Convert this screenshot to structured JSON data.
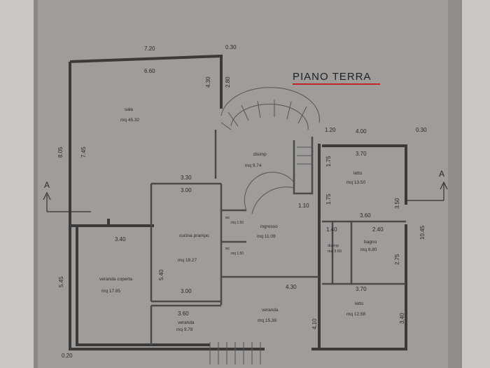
{
  "title": "PIANO TERRA",
  "section_markers": [
    "A",
    "A"
  ],
  "colors": {
    "paper": "#9f9c99",
    "wall": "#3a3a3a",
    "title_underline": "#c0262a",
    "background": "#c9c6c3"
  },
  "rooms": [
    {
      "key": "sala",
      "name": "sala",
      "area": "mq 45.32"
    },
    {
      "key": "disimp",
      "name": "disimp",
      "area": "mq 9.74"
    },
    {
      "key": "letto1",
      "name": "letto",
      "area": "mq 13.50"
    },
    {
      "key": "cucina",
      "name": "cucina\nprampo",
      "area": "mq 18.27"
    },
    {
      "key": "ingresso",
      "name": "ingresso",
      "area": "mq 11.09"
    },
    {
      "key": "disimp2",
      "name": "disimp",
      "area": "mq 3.60"
    },
    {
      "key": "bagno",
      "name": "bagno",
      "area": "mq 8.80"
    },
    {
      "key": "veranda_coperta",
      "name": "veranda coperta",
      "area": "mq 17.85"
    },
    {
      "key": "veranda1",
      "name": "veranda",
      "area": "mq 15.38"
    },
    {
      "key": "letto2",
      "name": "letto",
      "area": "mq 12.58"
    },
    {
      "key": "veranda2",
      "name": "veranda",
      "area": "mq 9.78"
    },
    {
      "key": "wc1",
      "name": "wc",
      "area": "mq 1.50"
    },
    {
      "key": "wc2",
      "name": "wc",
      "area": "mq 1.50"
    }
  ],
  "dimensions": [
    "7.20",
    "6.60",
    "0.30",
    "4.30",
    "2.80",
    "1.20",
    "4.00",
    "0.30",
    "3.70",
    "8.05",
    "7.45",
    "3.30",
    "3.00",
    "1.75",
    "1.75",
    "3.50",
    "3.60",
    "1.10",
    "10.45",
    "1.40",
    "2.40",
    "3.40",
    "5.45",
    "5.40",
    "3.00",
    "4.30",
    "2.75",
    "3.70",
    "3.60",
    "4.10",
    "3.40",
    "0.20"
  ]
}
